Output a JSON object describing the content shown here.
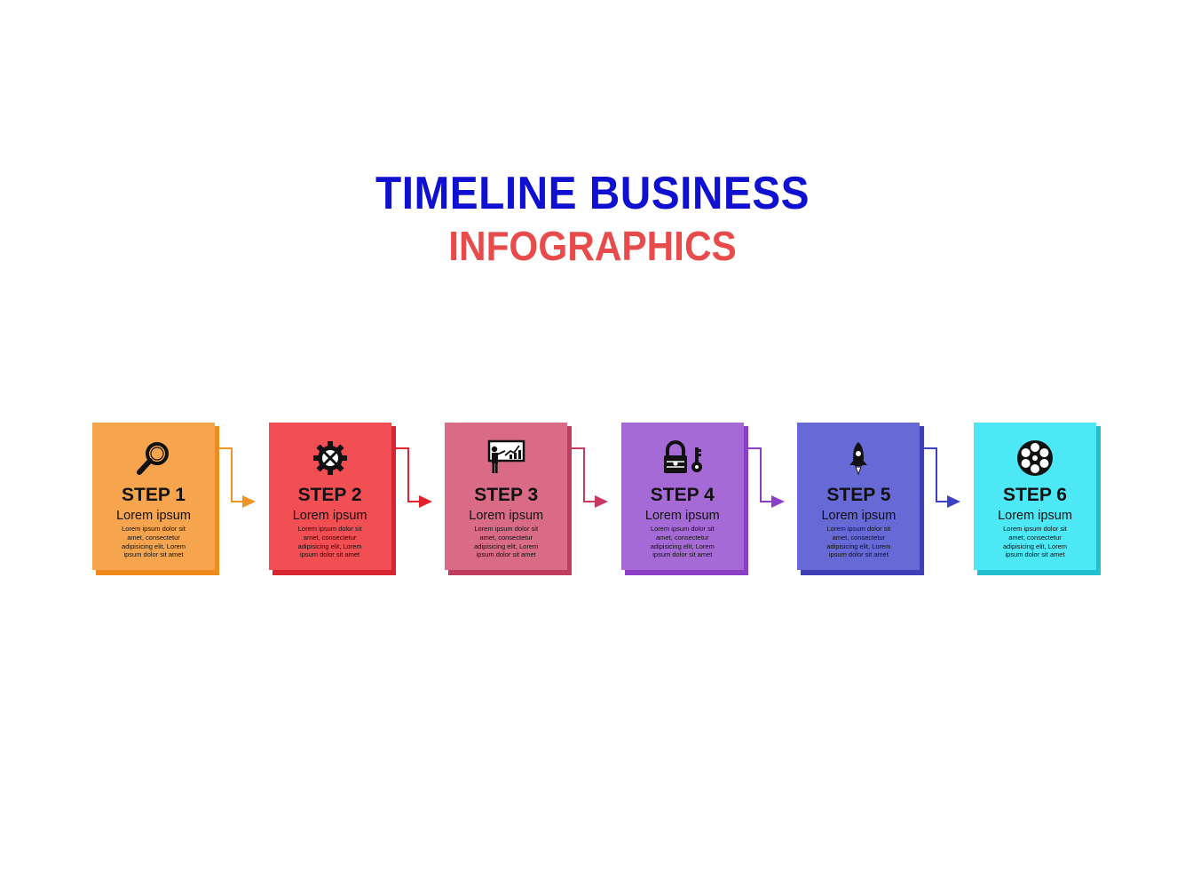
{
  "title": "TIMELINE BUSINESS",
  "subtitle": "INFOGRAPHICS",
  "colors": {
    "title": "#1010d0",
    "subtitle": "#e84b4b"
  },
  "steps": [
    {
      "label": "STEP 1",
      "sub": "Lorem ipsum",
      "text": "Lorem ipsum dolor sit amet, consectetur adipisicing elit, Lorem ipsum dolor sit amet",
      "color": "#f6a54e",
      "dark": "#ee8a1e",
      "arrow": "#f09425",
      "icon": "magnifier-icon"
    },
    {
      "label": "STEP 2",
      "sub": "Lorem ipsum",
      "text": "Lorem ipsum dolor sit amet, consectetur adipisicing elit, Lorem ipsum dolor sit amet",
      "color": "#f24f54",
      "dark": "#d82630",
      "arrow": "#e4222c",
      "icon": "gear-tools-icon"
    },
    {
      "label": "STEP 3",
      "sub": "Lorem ipsum",
      "text": "Lorem ipsum dolor sit amet, consectetur adipisicing elit, Lorem ipsum dolor sit amet",
      "color": "#d96b87",
      "dark": "#bf3d60",
      "arrow": "#c93a62",
      "icon": "presentation-icon"
    },
    {
      "label": "STEP 4",
      "sub": "Lorem ipsum",
      "text": "Lorem ipsum dolor sit amet, consectetur adipisicing elit, Lorem ipsum dolor sit amet",
      "color": "#a66ad6",
      "dark": "#8a3fc4",
      "arrow": "#8c3ec9",
      "icon": "lock-key-icon"
    },
    {
      "label": "STEP 5",
      "sub": "Lorem ipsum",
      "text": "Lorem ipsum dolor sit amet, consectetur adipisicing elit, Lorem ipsum dolor sit amet",
      "color": "#6669d6",
      "dark": "#3e3fb4",
      "arrow": "#3d40c0",
      "icon": "rocket-icon"
    },
    {
      "label": "STEP 6",
      "sub": "Lorem ipsum",
      "text": "Lorem ipsum dolor sit amet, consectetur adipisicing elit, Lorem ipsum dolor sit amet",
      "color": "#4de8f6",
      "dark": "#21bfcf",
      "arrow": "",
      "icon": "film-reel-icon"
    }
  ]
}
